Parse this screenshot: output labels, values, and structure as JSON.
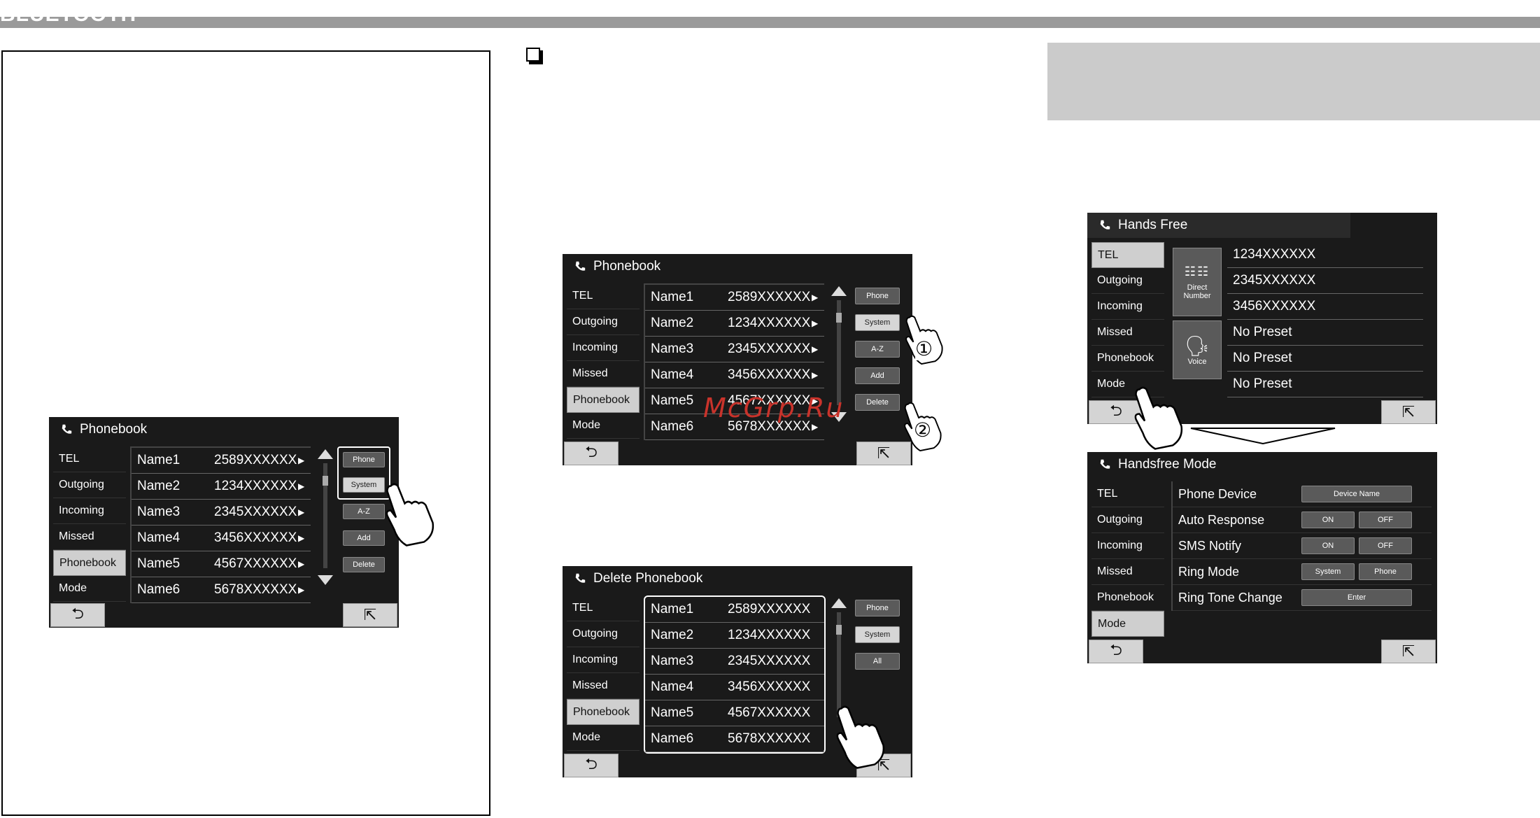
{
  "header": {
    "title": "BLUETOOTH"
  },
  "watermark": "McGrp.Ru",
  "callouts": {
    "one": "①",
    "two": "②"
  },
  "phonebook_screen": {
    "title": "Phonebook",
    "side_items": [
      "TEL",
      "Outgoing",
      "Incoming",
      "Missed",
      "Phonebook",
      "Mode"
    ],
    "rows": [
      {
        "name": "Name1",
        "number": "2589XXXXXX"
      },
      {
        "name": "Name2",
        "number": "1234XXXXXX"
      },
      {
        "name": "Name3",
        "number": "2345XXXXXX"
      },
      {
        "name": "Name4",
        "number": "3456XXXXXX"
      },
      {
        "name": "Name5",
        "number": "4567XXXXXX"
      },
      {
        "name": "Name6",
        "number": "5678XXXXXX"
      }
    ],
    "buttons": {
      "phone": "Phone",
      "system": "System",
      "az": "A-Z",
      "add": "Add",
      "delete": "Delete"
    }
  },
  "delete_screen": {
    "title": "Delete Phonebook",
    "buttons": {
      "phone": "Phone",
      "system": "System",
      "all": "All"
    }
  },
  "handsfree_screen": {
    "title": "Hands Free",
    "direct_number": "Direct Number",
    "voice": "Voice",
    "entries": [
      "1234XXXXXX",
      "2345XXXXXX",
      "3456XXXXXX",
      "No Preset",
      "No Preset",
      "No Preset"
    ]
  },
  "mode_screen": {
    "title": "Handsfree Mode",
    "settings": [
      {
        "label": "Phone Device",
        "buttons": [
          "Device Name"
        ]
      },
      {
        "label": "Auto Response",
        "buttons": [
          "ON",
          "OFF"
        ]
      },
      {
        "label": "SMS Notify",
        "buttons": [
          "ON",
          "OFF"
        ]
      },
      {
        "label": "Ring Mode",
        "buttons": [
          "System",
          "Phone"
        ]
      },
      {
        "label": "Ring Tone Change",
        "buttons": [
          "Enter"
        ]
      }
    ]
  },
  "nav": {
    "back": "⮌",
    "exit": "⇱"
  }
}
